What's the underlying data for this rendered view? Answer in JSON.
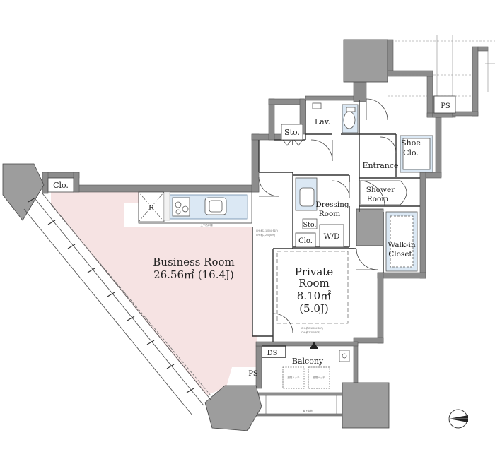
{
  "rooms": {
    "business": {
      "name": "Business Room",
      "area": "26.56㎡ (16.4J)"
    },
    "private": {
      "name_line1": "Private",
      "name_line2": "Room",
      "area": "8.10㎡",
      "tatami": "(5.0J)"
    },
    "lav": "Lav.",
    "sto_top": "Sto.",
    "sto_mid": "Sto.",
    "shoe_line1": "Shoe",
    "shoe_line2": "Clo.",
    "entrance": "Entrance",
    "shower_line1": "Shower",
    "shower_line2": "Room",
    "dressing_line1": "Dressing",
    "dressing_line2": "Room",
    "wd": "W/D",
    "clo_mid": "Clo.",
    "walkin_line1": "Walk-in",
    "walkin_line2": "Closet",
    "clo_left": "Clo.",
    "balcony": "Balcony",
    "ps_top": "PS",
    "ps_bottom": "PS",
    "ds": "DS",
    "refrigerator": "R"
  },
  "colors": {
    "business_fill": "#f6e3e3",
    "wall": "#7d7d7d",
    "column": "#9a9a9a",
    "line": "#444444",
    "fixture_fill": "#dbe8f4"
  },
  "compass": "north-arrow-icon"
}
